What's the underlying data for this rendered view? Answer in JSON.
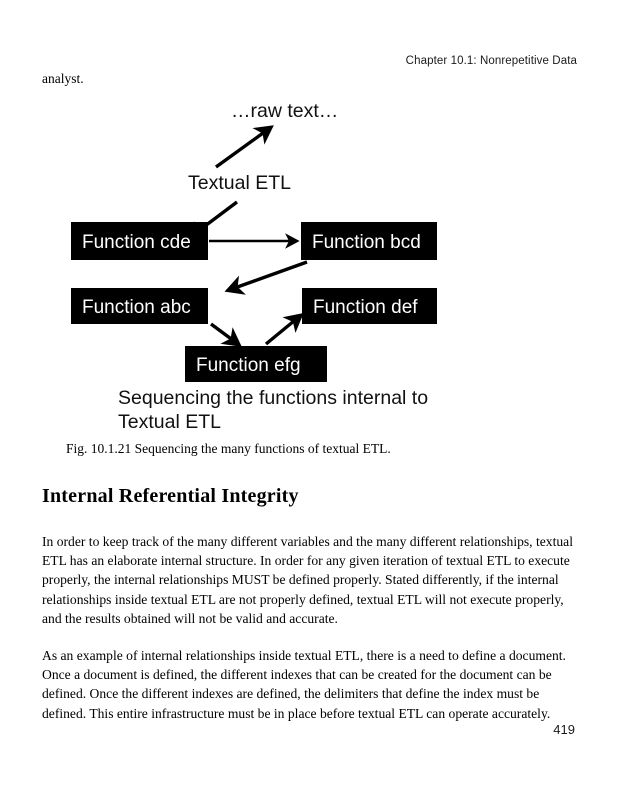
{
  "page": {
    "running_head": "Chapter 10.1: Nonrepetitive Data",
    "page_number": "419",
    "continued_line": "analyst."
  },
  "figure": {
    "caption": "Fig. 10.1.21 Sequencing the many functions of textual ETL.",
    "embedded_caption_line1": "Sequencing the functions internal to",
    "embedded_caption_line2": "Textual ETL",
    "nodes": {
      "raw_text": "…raw text…",
      "textual_etl": "Textual ETL",
      "function_cde": "Function cde",
      "function_bcd": "Function bcd",
      "function_abc": "Function abc",
      "function_def": "Function def",
      "function_efg": "Function efg"
    },
    "colors": {
      "box_fill": "#000000",
      "box_text": "#ffffff",
      "arrow": "#000000",
      "label_text": "#111111"
    }
  },
  "content": {
    "section_heading": "Internal Referential Integrity",
    "paragraph_1": "In order to keep track of the many different variables and the many different relationships, textual ETL has an elaborate internal structure. In order for any given iteration of textual ETL to execute properly, the internal relationships MUST be defined properly. Stated differently, if the internal relationships inside textual ETL are not properly defined, textual ETL will not execute properly, and the results obtained will not be valid and accurate.",
    "paragraph_2": "As an example of internal relationships inside textual ETL, there is a need to define a document. Once a document is defined, the different indexes that can be created for the document can be defined. Once the different indexes are defined, the delimiters that define the index must be defined. This entire infrastructure must be in place before textual ETL can operate accurately."
  }
}
